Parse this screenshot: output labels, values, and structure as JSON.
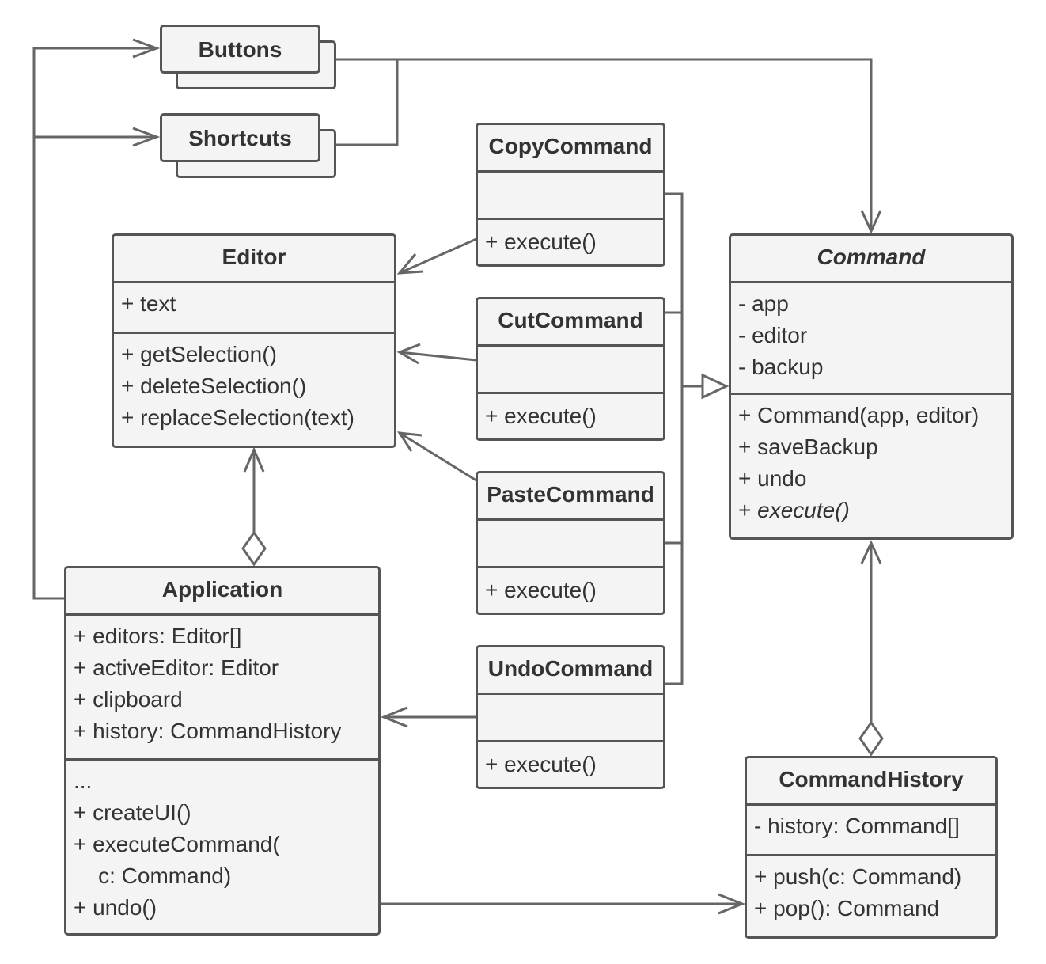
{
  "buttons": {
    "label": "Buttons"
  },
  "shortcuts": {
    "label": "Shortcuts"
  },
  "editor": {
    "name": "Editor",
    "fields": [
      "+ text"
    ],
    "methods": [
      "+ getSelection()",
      "+ deleteSelection()",
      "+ replaceSelection(text)"
    ]
  },
  "copy_command": {
    "name": "CopyCommand",
    "methods": [
      "+ execute()"
    ]
  },
  "cut_command": {
    "name": "CutCommand",
    "methods": [
      "+ execute()"
    ]
  },
  "paste_command": {
    "name": "PasteCommand",
    "methods": [
      "+ execute()"
    ]
  },
  "undo_command": {
    "name": "UndoCommand",
    "methods": [
      "+ execute()"
    ]
  },
  "command": {
    "name": "Command",
    "fields": [
      "- app",
      "- editor",
      "- backup"
    ],
    "methods": [
      "+ Command(app, editor)",
      "+ saveBackup",
      "+ undo",
      "+ execute()"
    ],
    "abstract_method": "execute()"
  },
  "application": {
    "name": "Application",
    "fields": [
      "+ editors: Editor[]",
      "+ activeEditor: Editor",
      "+ clipboard",
      "+ history: CommandHistory"
    ],
    "methods": [
      "...",
      "+ createUI()",
      "+ executeCommand(",
      "    c: Command)",
      "+ undo()"
    ]
  },
  "command_history": {
    "name": "CommandHistory",
    "fields": [
      "- history: Command[]"
    ],
    "methods": [
      "+ push(c: Command)",
      "+ pop(): Command"
    ]
  },
  "colors": {
    "line": "#555555",
    "fill": "#f4f4f4",
    "text": "#333333"
  }
}
